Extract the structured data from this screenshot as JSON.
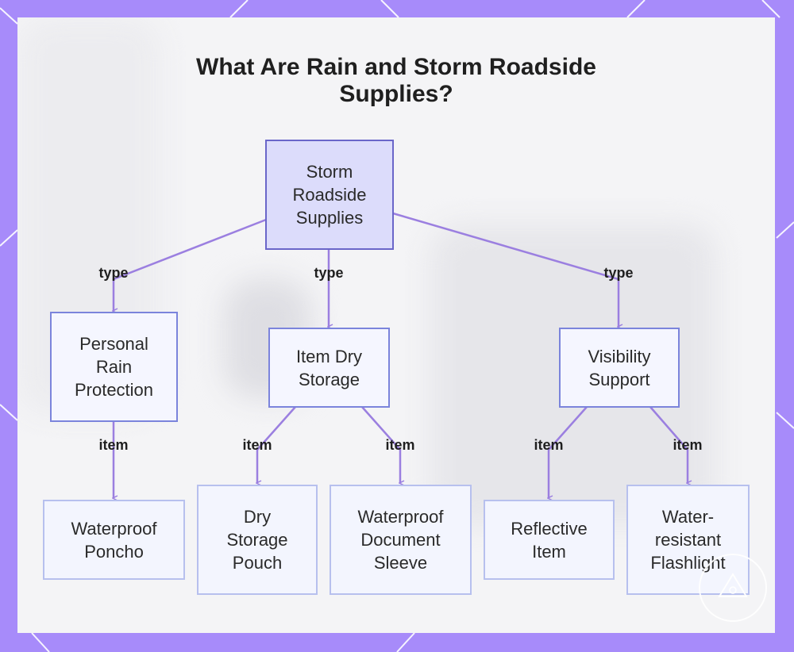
{
  "title": [
    "What Are Rain and Storm Roadside",
    "Supplies?"
  ],
  "nodes": {
    "root": "Storm Roadside Supplies",
    "personal": "Personal Rain Protection",
    "dry": "Item Dry Storage",
    "visibility": "Visibility Support",
    "poncho": "Waterproof Poncho",
    "pouch": "Dry Storage Pouch",
    "sleeve": "Waterproof Document Sleeve",
    "reflective": "Reflective Item",
    "flashlight": "Water-resistant Flashlight"
  },
  "edge_labels": {
    "type_personal": "type",
    "type_dry": "type",
    "type_visibility": "type",
    "item_poncho": "item",
    "item_pouch": "item",
    "item_sleeve": "item",
    "item_reflective": "item",
    "item_flashlight": "item"
  },
  "colors": {
    "frame": "#a78bfa",
    "edge": "#9b7fe0",
    "root_fill": "#dcdcfb",
    "node_border": "#7b84dc"
  }
}
